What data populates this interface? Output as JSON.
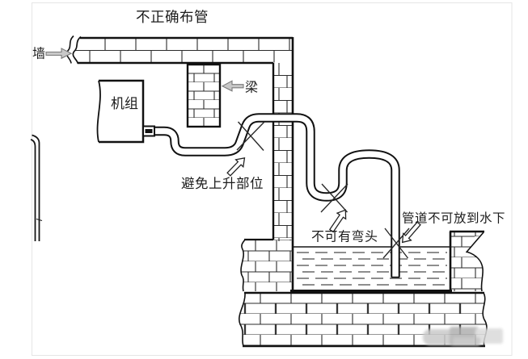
{
  "diagram": {
    "title": "不正确布管",
    "labels": {
      "wall": "墙",
      "beam": "梁",
      "unit": "机组",
      "avoid_rise": "避免上升部位",
      "no_elbow": "不可有弯头",
      "no_underwater": "管道不可放到水下"
    },
    "colors": {
      "line": "#161616",
      "brick_joint": "#2b2b2b",
      "frame": "#e5e5e5",
      "gray_arrow_fill": "#c8c8c8",
      "gray_arrow_edge": "#7a7a7a",
      "water_dash": "#4a4a4a",
      "watermark": "#bfbfbf"
    }
  }
}
